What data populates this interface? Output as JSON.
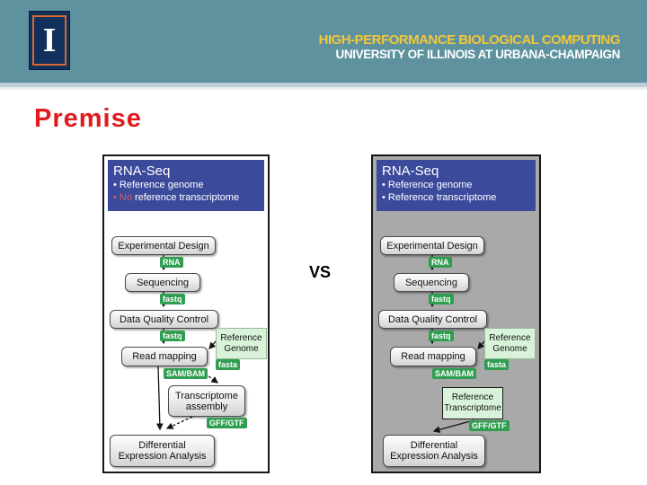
{
  "header": {
    "bg_color": "#5e929e",
    "logo_letter": "I",
    "title_line1": "HIGH-PERFORMANCE BIOLOGICAL COMPUTING",
    "title_line1_color": "#f2c73b",
    "title_line2": "UNIVERSITY OF ILLINOIS AT URBANA-CHAMPAIGN",
    "title_line2_color": "#ffffff"
  },
  "slide": {
    "title": "Premise",
    "title_color": "#e11a1e",
    "vs_label": "VS"
  },
  "left_workflow": {
    "background": "#ffffff",
    "info_box": {
      "bg_color": "#3b4a9b",
      "title": "RNA-Seq",
      "bullet1": "• Reference genome",
      "bullet2_highlight": "• No",
      "bullet2_highlight_color": "#e05a50",
      "bullet2_rest": "reference transcriptome"
    },
    "nodes": {
      "experimental_design": "Experimental Design",
      "sequencing": "Sequencing",
      "data_quality_control": "Data Quality Control",
      "read_mapping": "Read mapping",
      "assembly_line1": "Transcriptome",
      "assembly_line2": "assembly",
      "differential_line1": "Differential",
      "differential_line2": "Expression Analysis"
    },
    "side_boxes": {
      "reference_genome_line1": "Reference",
      "reference_genome_line2": "Genome"
    },
    "tags": {
      "rna": "RNA",
      "fastq_after_sequencing": "fastq",
      "fastq_after_qc": "fastq",
      "fasta": "fasta",
      "sam_bam": "SAM/BAM",
      "gff_gtf": "GFF/GTF"
    }
  },
  "right_workflow": {
    "background": "#a9a9a9",
    "info_box": {
      "bg_color": "#3b4a9b",
      "title": "RNA-Seq",
      "bullet1": "• Reference genome",
      "bullet2": "• Reference transcriptome"
    },
    "nodes": {
      "experimental_design": "Experimental Design",
      "sequencing": "Sequencing",
      "data_quality_control": "Data Quality Control",
      "read_mapping": "Read mapping",
      "differential_line1": "Differential",
      "differential_line2": "Expression Analysis"
    },
    "side_boxes": {
      "reference_genome_line1": "Reference",
      "reference_genome_line2": "Genome",
      "reference_transcriptome_line1": "Reference",
      "reference_transcriptome_line2": "Transcriptome"
    },
    "tags": {
      "rna": "RNA",
      "fastq_after_sequencing": "fastq",
      "fastq_after_qc": "fastq",
      "fasta": "fasta",
      "sam_bam": "SAM/BAM",
      "gff_gtf": "GFF/GTF"
    }
  },
  "palette": {
    "tag_green": "#2f9e51",
    "light_green_box": "#d9f3da",
    "node_border": "#4a4a4a",
    "panel_border": "#161616"
  }
}
